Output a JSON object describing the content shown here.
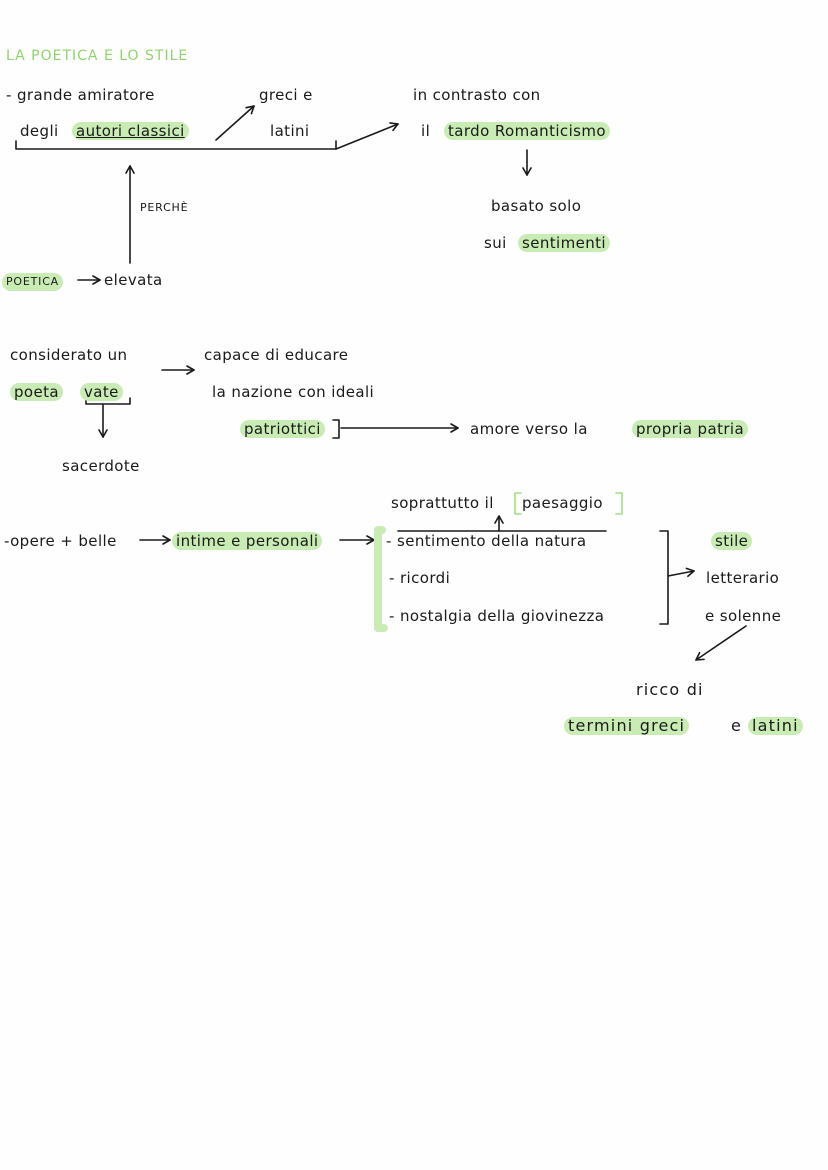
{
  "title": "LA POETICA E LO STILE",
  "s1": {
    "line1": "- grande amiratore",
    "line2_a": "degli",
    "line2_hl": "autori classici",
    "greci": "greci e",
    "latini": "latini",
    "contrasto": "in contrasto con",
    "il": "il",
    "tardo": "tardo Romanticismo",
    "basato": "basato solo",
    "sui": "sui",
    "sentimenti": "sentimenti",
    "perche": "PERCHÈ",
    "poetica": "POETICA",
    "elevata": "elevata"
  },
  "s2": {
    "considerato": "considerato un",
    "poeta": "poeta",
    "vate": "vate",
    "sacerdote": "sacerdote",
    "capace": "capace di educare",
    "nazione": "la nazione con ideali",
    "patriottici": "patriottici",
    "amore": "amore verso la",
    "propria": "propria patria"
  },
  "s3": {
    "opere": "-opere + belle",
    "intime": "intime e personali",
    "soprattutto": "soprattutto il",
    "paesaggio": "paesaggio",
    "item1": "- sentimento della natura",
    "item2": "- ricordi",
    "item3": "- nostalgia della giovinezza",
    "stile": "stile",
    "letterario": "letterario",
    "solenne": "e solenne",
    "ricco": "ricco di",
    "termini": "termini greci",
    "e": "e",
    "latini": "latini"
  }
}
